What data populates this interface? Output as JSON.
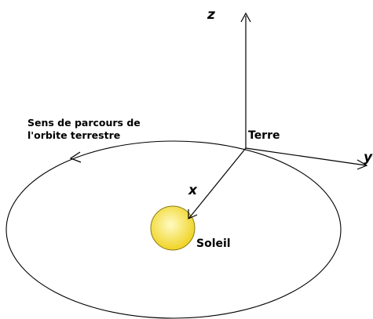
{
  "labels": {
    "axis_z": "z",
    "axis_y": "y",
    "axis_x": "x",
    "earth": "Terre",
    "sun": "Soleil",
    "orbit_direction_line1": "Sens de parcours de",
    "orbit_direction_line2": "l'orbite terrestre"
  },
  "colors": {
    "line": "#000000",
    "sun_fill_center": "#fffbc4",
    "sun_fill_edge": "#efd21f",
    "sun_stroke": "#8a7a12"
  }
}
